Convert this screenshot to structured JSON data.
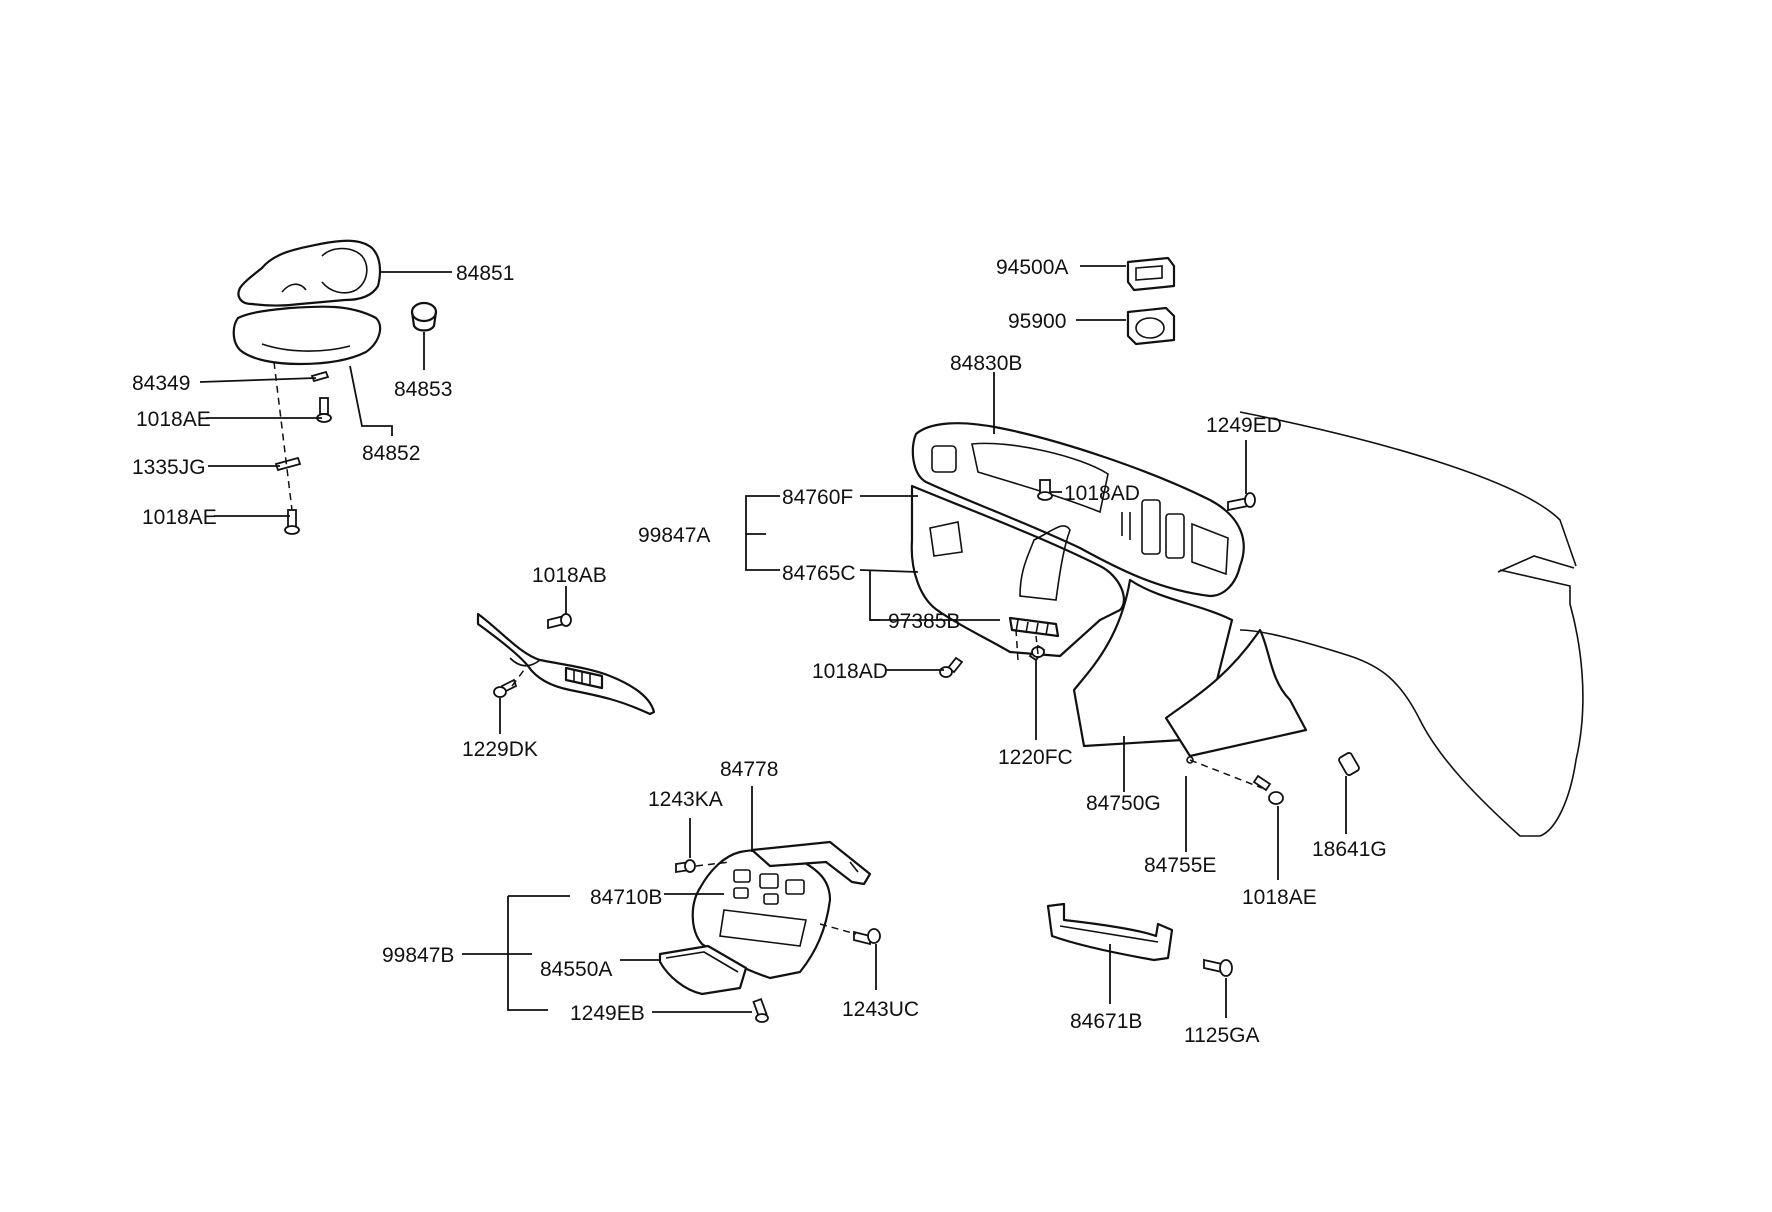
{
  "labels": {
    "l84851": "84851",
    "l84853": "84853",
    "l84349": "84349",
    "l1018AE_a": "1018AE",
    "l84852": "84852",
    "l1335JG": "1335JG",
    "l1018AE_b": "1018AE",
    "l94500A": "94500A",
    "l95900": "95900",
    "l84830B": "84830B",
    "l1249ED": "1249ED",
    "l1018AD_a": "1018AD",
    "l84760F": "84760F",
    "l99847A": "99847A",
    "l84765C": "84765C",
    "l97385B": "97385B",
    "l1018AB": "1018AB",
    "l1018AD_b": "1018AD",
    "l1229DK": "1229DK",
    "l1220FC": "1220FC",
    "l84778": "84778",
    "l1243KA": "1243KA",
    "l84750G": "84750G",
    "l84755E": "84755E",
    "l18641G": "18641G",
    "l1018AE_c": "1018AE",
    "l84710B": "84710B",
    "l99847B": "99847B",
    "l84550A": "84550A",
    "l1243UC": "1243UC",
    "l1249EB": "1249EB",
    "l84671B": "84671B",
    "l1125GA": "1125GA"
  }
}
